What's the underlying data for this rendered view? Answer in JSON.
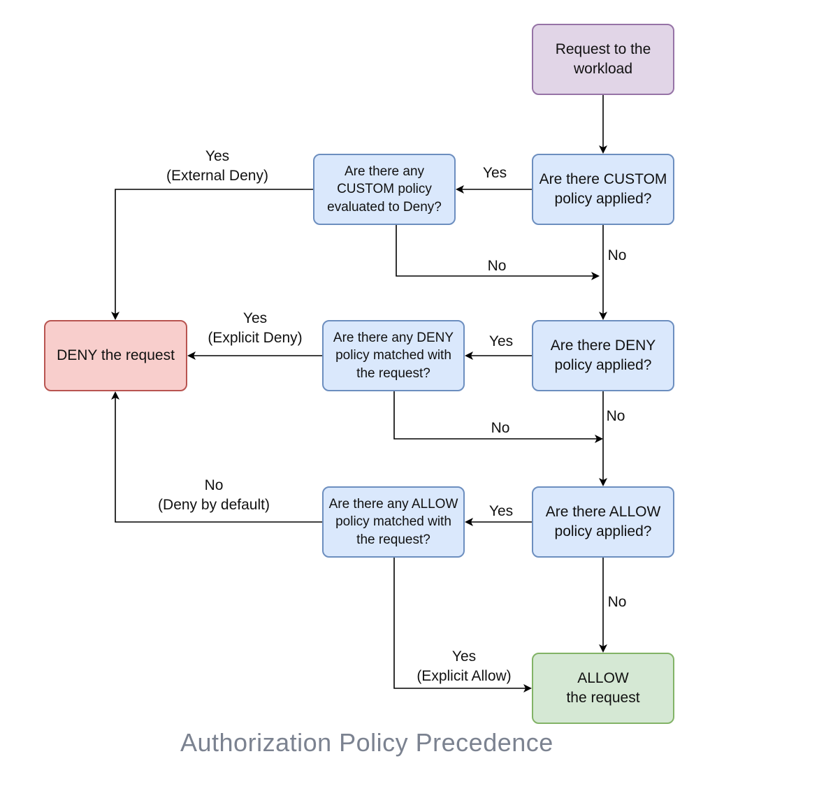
{
  "nodes": {
    "request": "Request to the\nworkload",
    "custom_applied": "Are there CUSTOM\npolicy applied?",
    "custom_deny": "Are there any\nCUSTOM policy\nevaluated to Deny?",
    "deny_applied": "Are there DENY\npolicy applied?",
    "deny_matched": "Are there any DENY\npolicy matched with\nthe request?",
    "allow_applied": "Are there ALLOW\npolicy applied?",
    "allow_matched": "Are there any ALLOW\npolicy matched with\nthe request?",
    "deny_request": "DENY the request",
    "allow_request": "ALLOW\nthe request"
  },
  "edges": {
    "custom_yes": "Yes",
    "custom_no": "No",
    "custom_deny_yes": "Yes\n(External Deny)",
    "custom_deny_no": "No",
    "deny_yes": "Yes",
    "deny_no": "No",
    "deny_matched_yes": "Yes\n(Explicit Deny)",
    "deny_matched_no": "No",
    "allow_yes": "Yes",
    "allow_no": "No",
    "allow_matched_no": "No\n(Deny by default)",
    "allow_matched_yes": "Yes\n(Explicit Allow)"
  },
  "caption": "Authorization Policy Precedence",
  "colors": {
    "start_fill": "#e1d5e7",
    "decision_fill": "#dae8fc",
    "deny_fill": "#f8cecc",
    "allow_fill": "#d5e8d4",
    "caption": "#7b8290"
  }
}
